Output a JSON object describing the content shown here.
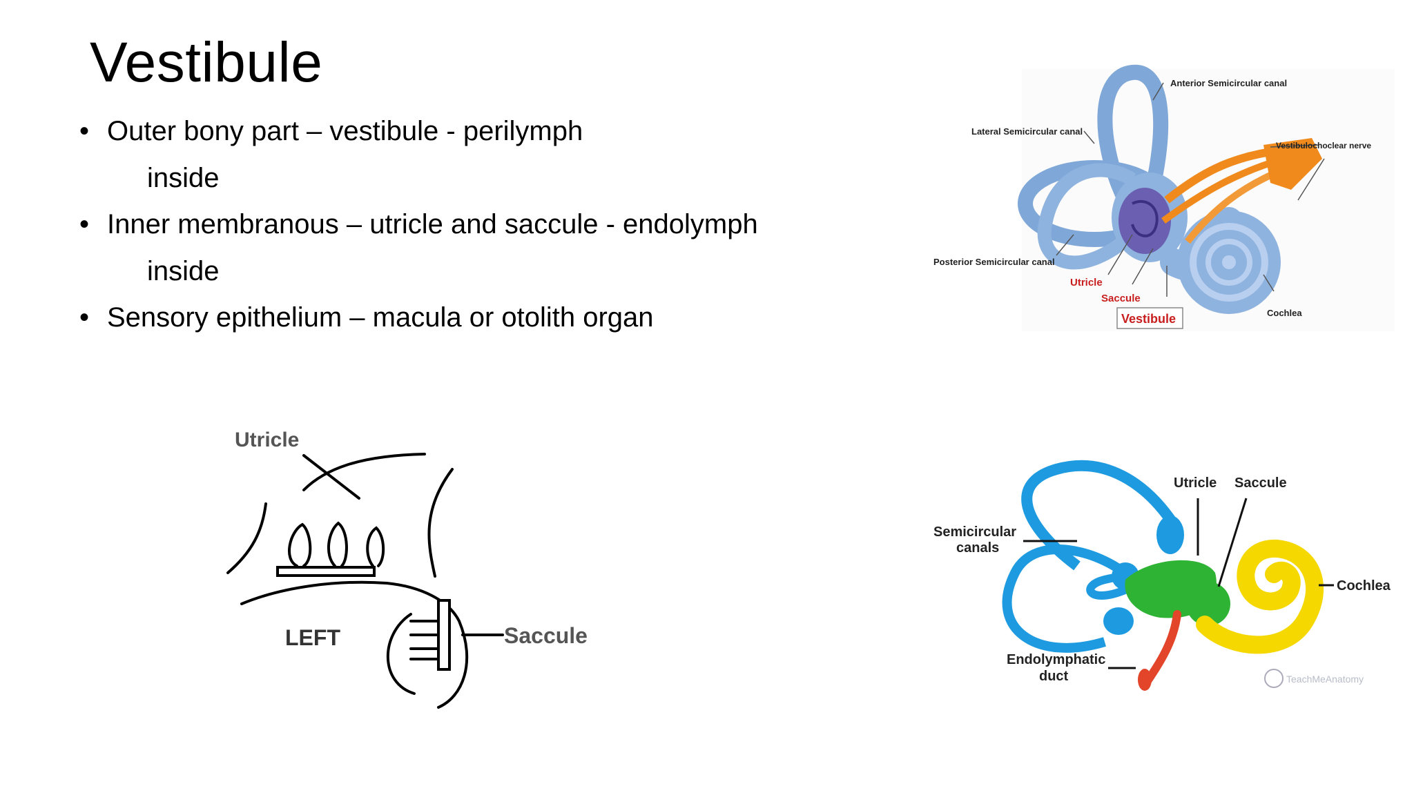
{
  "slide": {
    "title": "Vestibule",
    "bullets": [
      {
        "text": "Outer bony part – vestibule - perilymph",
        "cont": "inside"
      },
      {
        "text": "Inner membranous – utricle and saccule - endolymph",
        "cont": "inside"
      },
      {
        "text": "Sensory epithelium – macula or otolith organ",
        "cont": ""
      }
    ],
    "bullet_glyph": "•"
  },
  "figure_top_right": {
    "labels": {
      "anterior": "Anterior Semicircular canal",
      "lateral": "Lateral Semicircular canal",
      "nerve": "Vestibulochoclear nerve",
      "posterior": "Posterior Semicircular canal",
      "utricle": "Utricle",
      "saccule": "Saccule",
      "vestibule": "Vestibule",
      "cochlea": "Cochlea"
    }
  },
  "figure_bottom_left": {
    "labels": {
      "utricle": "Utricle",
      "left": "LEFT",
      "saccule": "Saccule"
    }
  },
  "figure_bottom_right": {
    "labels": {
      "utricle": "Utricle",
      "saccule": "Saccule",
      "semicircular": "Semicircular",
      "canals": "canals",
      "cochlea": "Cochlea",
      "endolymphatic": "Endolymphatic",
      "duct": "duct",
      "watermark": "TeachMeAnatomy"
    }
  },
  "colors": {
    "bony_blue": "#7fa7d8",
    "nerve_orange": "#f08a1c",
    "vestibule_purple": "#6a5fb0",
    "membranous_blue": "#1e9be0",
    "utricle_green": "#2fb335",
    "cochlea_yellow": "#f5d800",
    "duct_red": "#e2452a",
    "label_red": "#c81e1e"
  }
}
